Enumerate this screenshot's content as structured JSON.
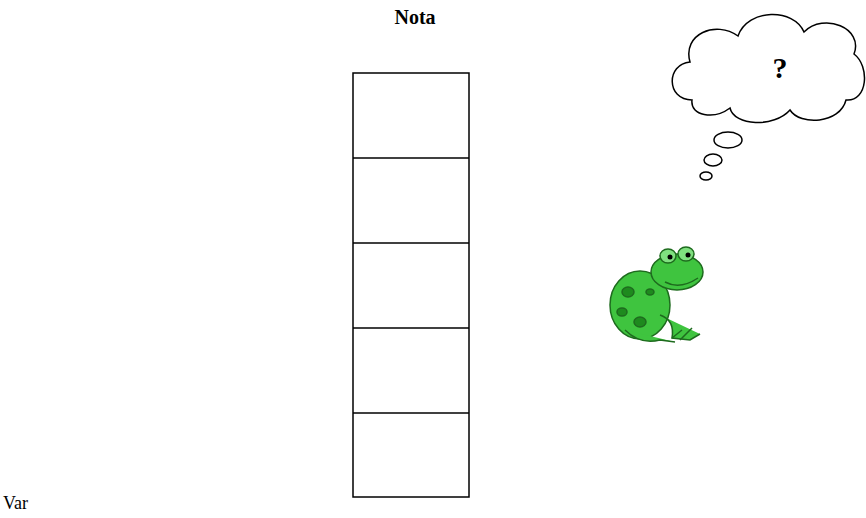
{
  "diagram": {
    "title": "Nota",
    "nodes": [
      {
        "text": [
          "?"
        ]
      }
    ],
    "labels": [
      "Var"
    ]
  }
}
